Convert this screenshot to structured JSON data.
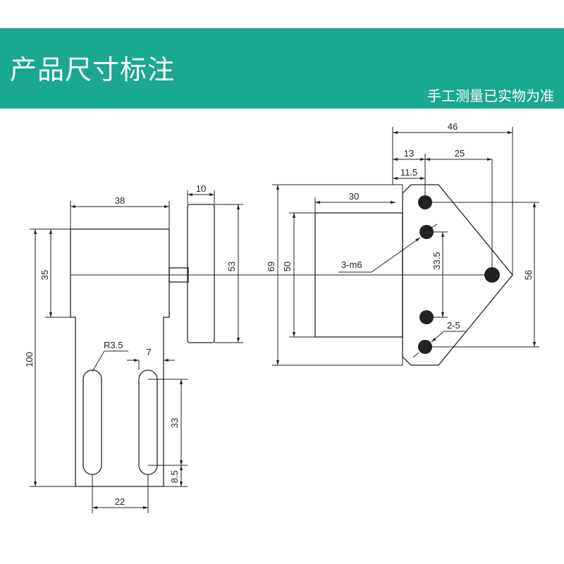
{
  "header": {
    "title": "产品尺寸标注",
    "subtitle": "手工测量已实物为准",
    "color": "#1aa88f"
  },
  "drawing": {
    "line_color": "#222222",
    "hole_color": "#222222",
    "dims": {
      "d38": "38",
      "d35": "35",
      "d100": "100",
      "r35": "R3.5",
      "d7": "7",
      "d33_left": "33",
      "d85": "8.5",
      "d22": "22",
      "d10": "10",
      "d53": "53",
      "d69": "69",
      "d50": "50",
      "d30": "30",
      "d46": "46",
      "d13": "13",
      "d25": "25",
      "d115": "11.5",
      "m6": "3-m6",
      "d335": "33.5",
      "d56": "56",
      "d25b": "2-5"
    }
  }
}
